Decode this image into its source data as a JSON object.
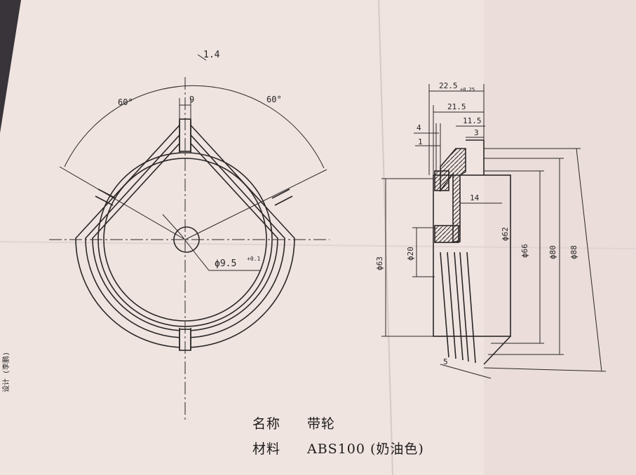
{
  "front_view": {
    "top_label": "1.4",
    "angle_left": "60°",
    "angle_right": "60°",
    "slot_width": "9",
    "bore_dim": "ϕ9.5",
    "bore_tol": "+0.1"
  },
  "section_view": {
    "dims": {
      "d22": "22.5",
      "d22_tol": "+0.25",
      "d21": "21.5",
      "d11": "11.5",
      "d3": "3",
      "d4": "4",
      "d1": "1",
      "d14": "14",
      "d5": "5"
    },
    "diameters": {
      "phi63": "ϕ63",
      "phi20": "ϕ20",
      "phi62": "ϕ62",
      "phi66": "ϕ66",
      "phi80": "ϕ80",
      "phi88": "ϕ88"
    }
  },
  "caption": {
    "name_label": "名称",
    "name_value": "带轮",
    "material_label": "材料",
    "material_value": "ABS100 (奶油色)"
  },
  "margin_note": "设计 (李鹏)"
}
